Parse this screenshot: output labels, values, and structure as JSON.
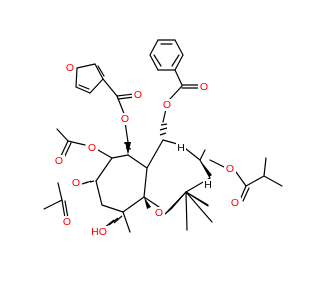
{
  "molecule": {
    "atom_colors": {
      "oxygen": "#ff0000",
      "carbon": "#000000",
      "hydrogen": "#000000"
    },
    "labels": {
      "o": "O",
      "h": "H",
      "oh": "OH",
      "ho": "HO"
    }
  }
}
